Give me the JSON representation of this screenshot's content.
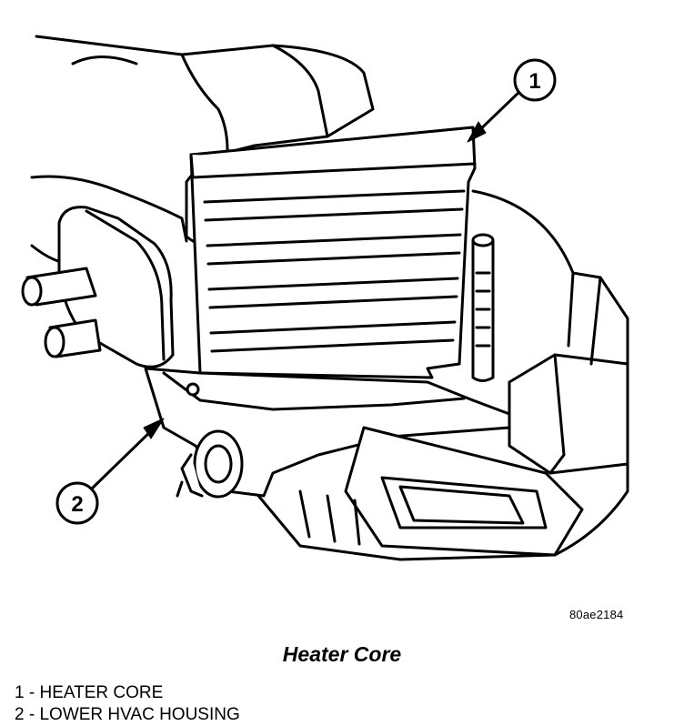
{
  "figure": {
    "code": "80ae2184",
    "title": "Heater Core"
  },
  "callouts": [
    {
      "number": "1"
    },
    {
      "number": "2"
    }
  ],
  "legend": [
    {
      "number": "1",
      "label": "HEATER CORE"
    },
    {
      "number": "2",
      "label": "LOWER HVAC HOUSING"
    }
  ],
  "colors": {
    "line": "#000000",
    "background": "#ffffff"
  }
}
